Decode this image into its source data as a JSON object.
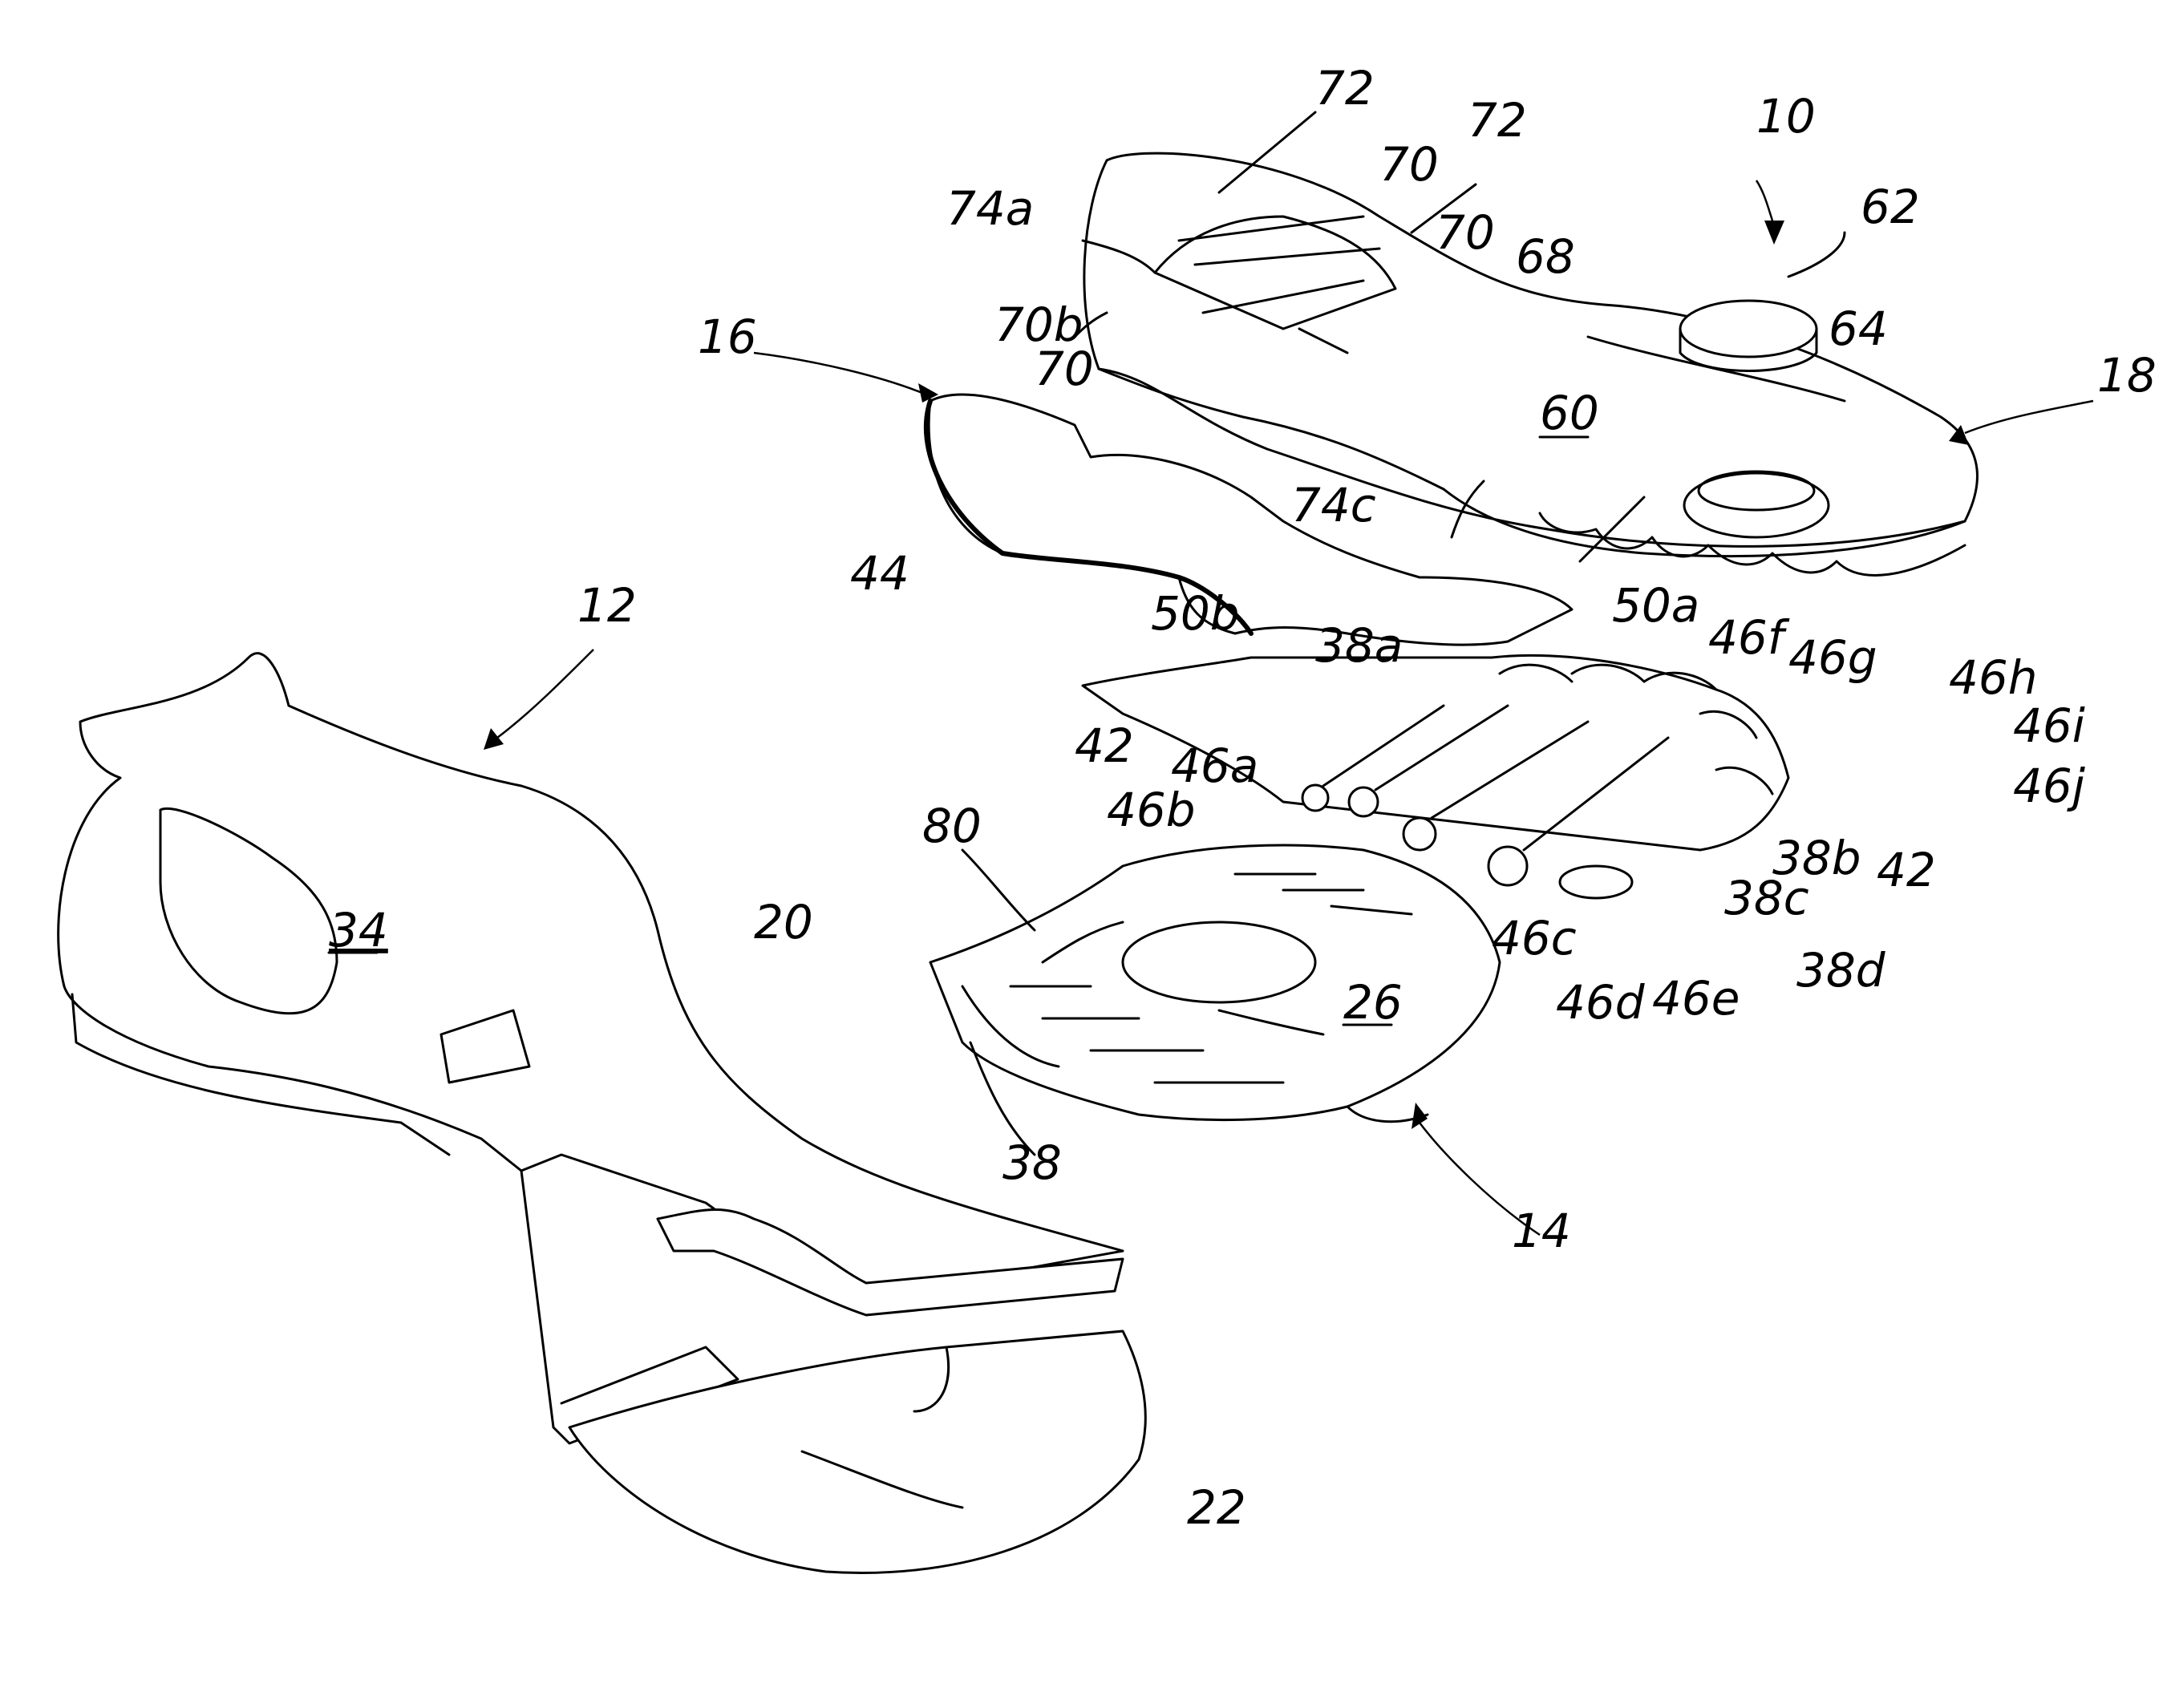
{
  "figure": {
    "parts": {
      "outsole": {
        "ref": "18",
        "labels": [
          "60",
          "64",
          "68",
          "70",
          "70",
          "70",
          "70b",
          "72",
          "72",
          "74a",
          "74c"
        ]
      },
      "insert_disc": {
        "ref": "62"
      },
      "assembly": {
        "ref": "10"
      },
      "plate": {
        "ref": "16",
        "labels": [
          "44",
          "50a",
          "50b"
        ]
      },
      "tube_assembly": {
        "labels": [
          "38a",
          "38b",
          "38c",
          "38d",
          "42",
          "42",
          "46a",
          "46b",
          "46c",
          "46d",
          "46e",
          "46f",
          "46g",
          "46h",
          "46i",
          "46j"
        ]
      },
      "forefoot_pad": {
        "ref": "14",
        "labels": [
          "80",
          "26",
          "38"
        ]
      },
      "midsole": {
        "ref": "12",
        "labels": [
          "34",
          "20",
          "22"
        ]
      }
    }
  }
}
